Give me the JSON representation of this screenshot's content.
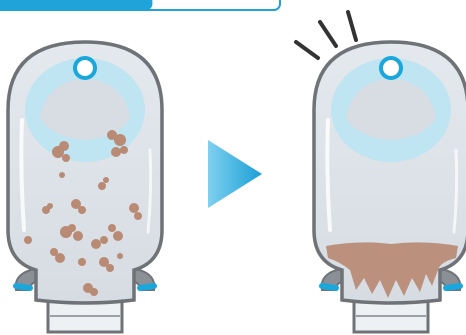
{
  "illustration": {
    "progress_bar": {
      "fill_fraction": 0.56,
      "fill_color": "#1fa3d8",
      "border_color": "#1fa3d8"
    },
    "left_pouch": {
      "state": "before",
      "contents": "scattered-clumps",
      "content_color": "#b98a74"
    },
    "arrow": {
      "color": "#2eb3e0",
      "icon": "play-arrow-icon"
    },
    "right_pouch": {
      "state": "after",
      "contents": "settled-layer",
      "content_color": "#b98a74"
    },
    "motion_lines": {
      "count": 3,
      "color": "#333333"
    },
    "colors": {
      "pouch_outline": "#6f7377",
      "pouch_fill": "#dfe5ea",
      "window_blue": "#bfe4f2",
      "ring_blue": "#1aa7dc",
      "clip_blue": "#1aa7dc"
    }
  }
}
